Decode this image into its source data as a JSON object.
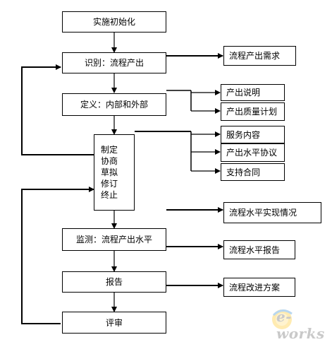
{
  "main_steps": {
    "init": "实施初始化",
    "identify": "识别：流程产出",
    "define": "定义：内部和外部",
    "negotiate": [
      "制定",
      "协商",
      "草拟",
      "修订",
      "终止"
    ],
    "monitor": "监测：流程产出水平",
    "report": "报告",
    "review": "评审"
  },
  "outputs": {
    "demand": "流程产出需求",
    "desc": "产出说明",
    "quality": "产出质量计划",
    "service": "服务内容",
    "sla": "产出水平协议",
    "contract": "支持合同",
    "actual": "流程水平实现情况",
    "level_report": "流程水平报告",
    "improve": "流程改进方案"
  },
  "watermark": "e-works"
}
